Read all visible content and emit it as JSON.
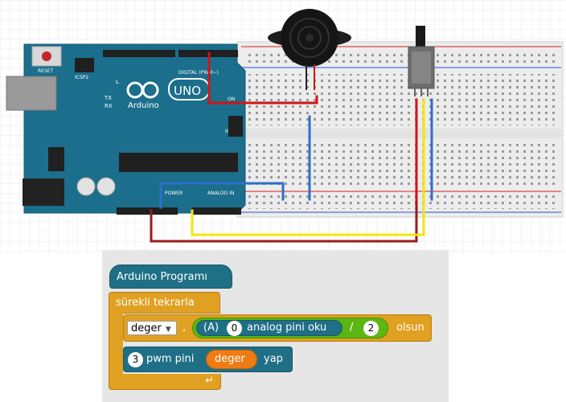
{
  "circuit": {
    "board_name": "Arduino",
    "board_model": "UNO",
    "labels": {
      "reset": "RESET",
      "icsp2": "ICSP2",
      "icsp": "ICSP",
      "digital": "DIGITAL (PWM~)",
      "power": "POWER",
      "analog_in": "ANALOG IN",
      "tx": "TX",
      "rx": "RX",
      "l": "L",
      "on": "ON"
    },
    "colors": {
      "board": "#1b6e8c",
      "wire_red": "#d11515",
      "wire_blue": "#2e6fc9",
      "wire_yellow": "#f2e60c",
      "wire_dark_red": "#9a1b1b"
    }
  },
  "blocks": {
    "program_title": "Arduino Programı",
    "loop_label": "sürekli tekrarla",
    "var_dropdown": "deger",
    "comma": ",",
    "analog_prefix": "(A)",
    "analog_pin": "0",
    "analog_read": "analog pini oku",
    "divide_op": "/",
    "divisor": "2",
    "assign_suffix": "olsun",
    "pwm_pin": "3",
    "pwm_label": "pwm pini",
    "pwm_value": "deger",
    "pwm_suffix": "yap",
    "colors": {
      "teal": "#1f6f86",
      "orange_block": "#e0a021",
      "green": "#5cb712",
      "var_orange": "#ef7c13",
      "background": "#e6e6e6"
    }
  }
}
